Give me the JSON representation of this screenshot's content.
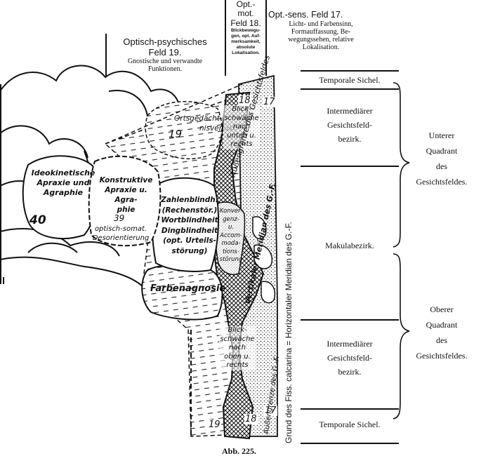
{
  "header": {
    "feld19_title": "Optisch-psychisches",
    "feld19_subtitle": "Feld 19.",
    "feld19_desc_1": "Gnostische und verwandte",
    "feld19_desc_2": "Funktionen.",
    "feld18_title_1": "Opt.-",
    "feld18_title_2": "mot.",
    "feld18_subtitle": "Feld 18.",
    "feld18_desc": [
      "Blickbewegu-",
      "gen, opt. Auf-",
      "merksamkeit,",
      "absolute",
      "Lokalisation."
    ],
    "feld17_title": "Opt.-sens. Feld 17.",
    "feld17_desc": [
      "Licht- und Farbensinn,",
      "Formauffassung, Be-",
      "wegungssehen, relative",
      "Lokalisation."
    ]
  },
  "right_zones": {
    "temporal_top": "Temporale Sichel.",
    "intermediate_top": [
      "Intermediärer",
      "Gesichtsfeld-",
      "bezirk."
    ],
    "macula": "Makulabezirk.",
    "intermediate_bottom": [
      "Intermediärer",
      "Gesichtsfeld-",
      "bezirk."
    ],
    "temporal_bottom": "Temporale Sichel."
  },
  "quadrants": {
    "lower": [
      "Unterer",
      "Quadrant",
      "des",
      "Gesichtsfeldes."
    ],
    "upper": [
      "Oberer",
      "Quadrant",
      "des",
      "Gesichtsfeldes."
    ]
  },
  "vertical_labels": {
    "meridian": "Grund des Fiss. calcarina = Horizontaler Meridian des G.-F.",
    "outer_border": "Außengrenze des Gesichtsfeldes",
    "vertical_meridian": "Vertikaler Meridian des G.-F.",
    "outer_border_bottom": "Außengrenze des G.-F."
  },
  "brain_labels": {
    "apraxie": [
      "Ideokinetische",
      "Apraxie und",
      "Agraphie"
    ],
    "area40": "40",
    "konstruktive": [
      "Konstruktive",
      "Apraxie u. Agra-",
      "phie"
    ],
    "area39": "39",
    "somat": [
      "optisch-somat.",
      "Desorientierung"
    ],
    "ortsgedaecht": [
      "Ortsgedächt-",
      "nisverlust"
    ],
    "area19_top": "19",
    "zahlen": [
      "Zahlenblindh.",
      "(Rechenstör.)",
      "Wortblindheit",
      "Dingblindheit",
      "(opt. Urteils-",
      "störung)"
    ],
    "farben": "Farbenagnosie",
    "konvergenz": [
      "Konver-",
      "genz-",
      "u.",
      "Accom-",
      "moda-",
      "tions-",
      "störung"
    ],
    "blick_top": [
      "Blick-",
      "schwäche",
      "nach",
      "unten u.",
      "rechts"
    ],
    "blick_bottom": [
      "Blick-",
      "schwäche",
      "nach",
      "oben u.",
      "rechts"
    ],
    "n18_top": "18",
    "n17_top": "17",
    "n18_bottom": "18",
    "n17_bottom": "17",
    "n19_bottom": "19"
  },
  "caption": "Abb. 225."
}
